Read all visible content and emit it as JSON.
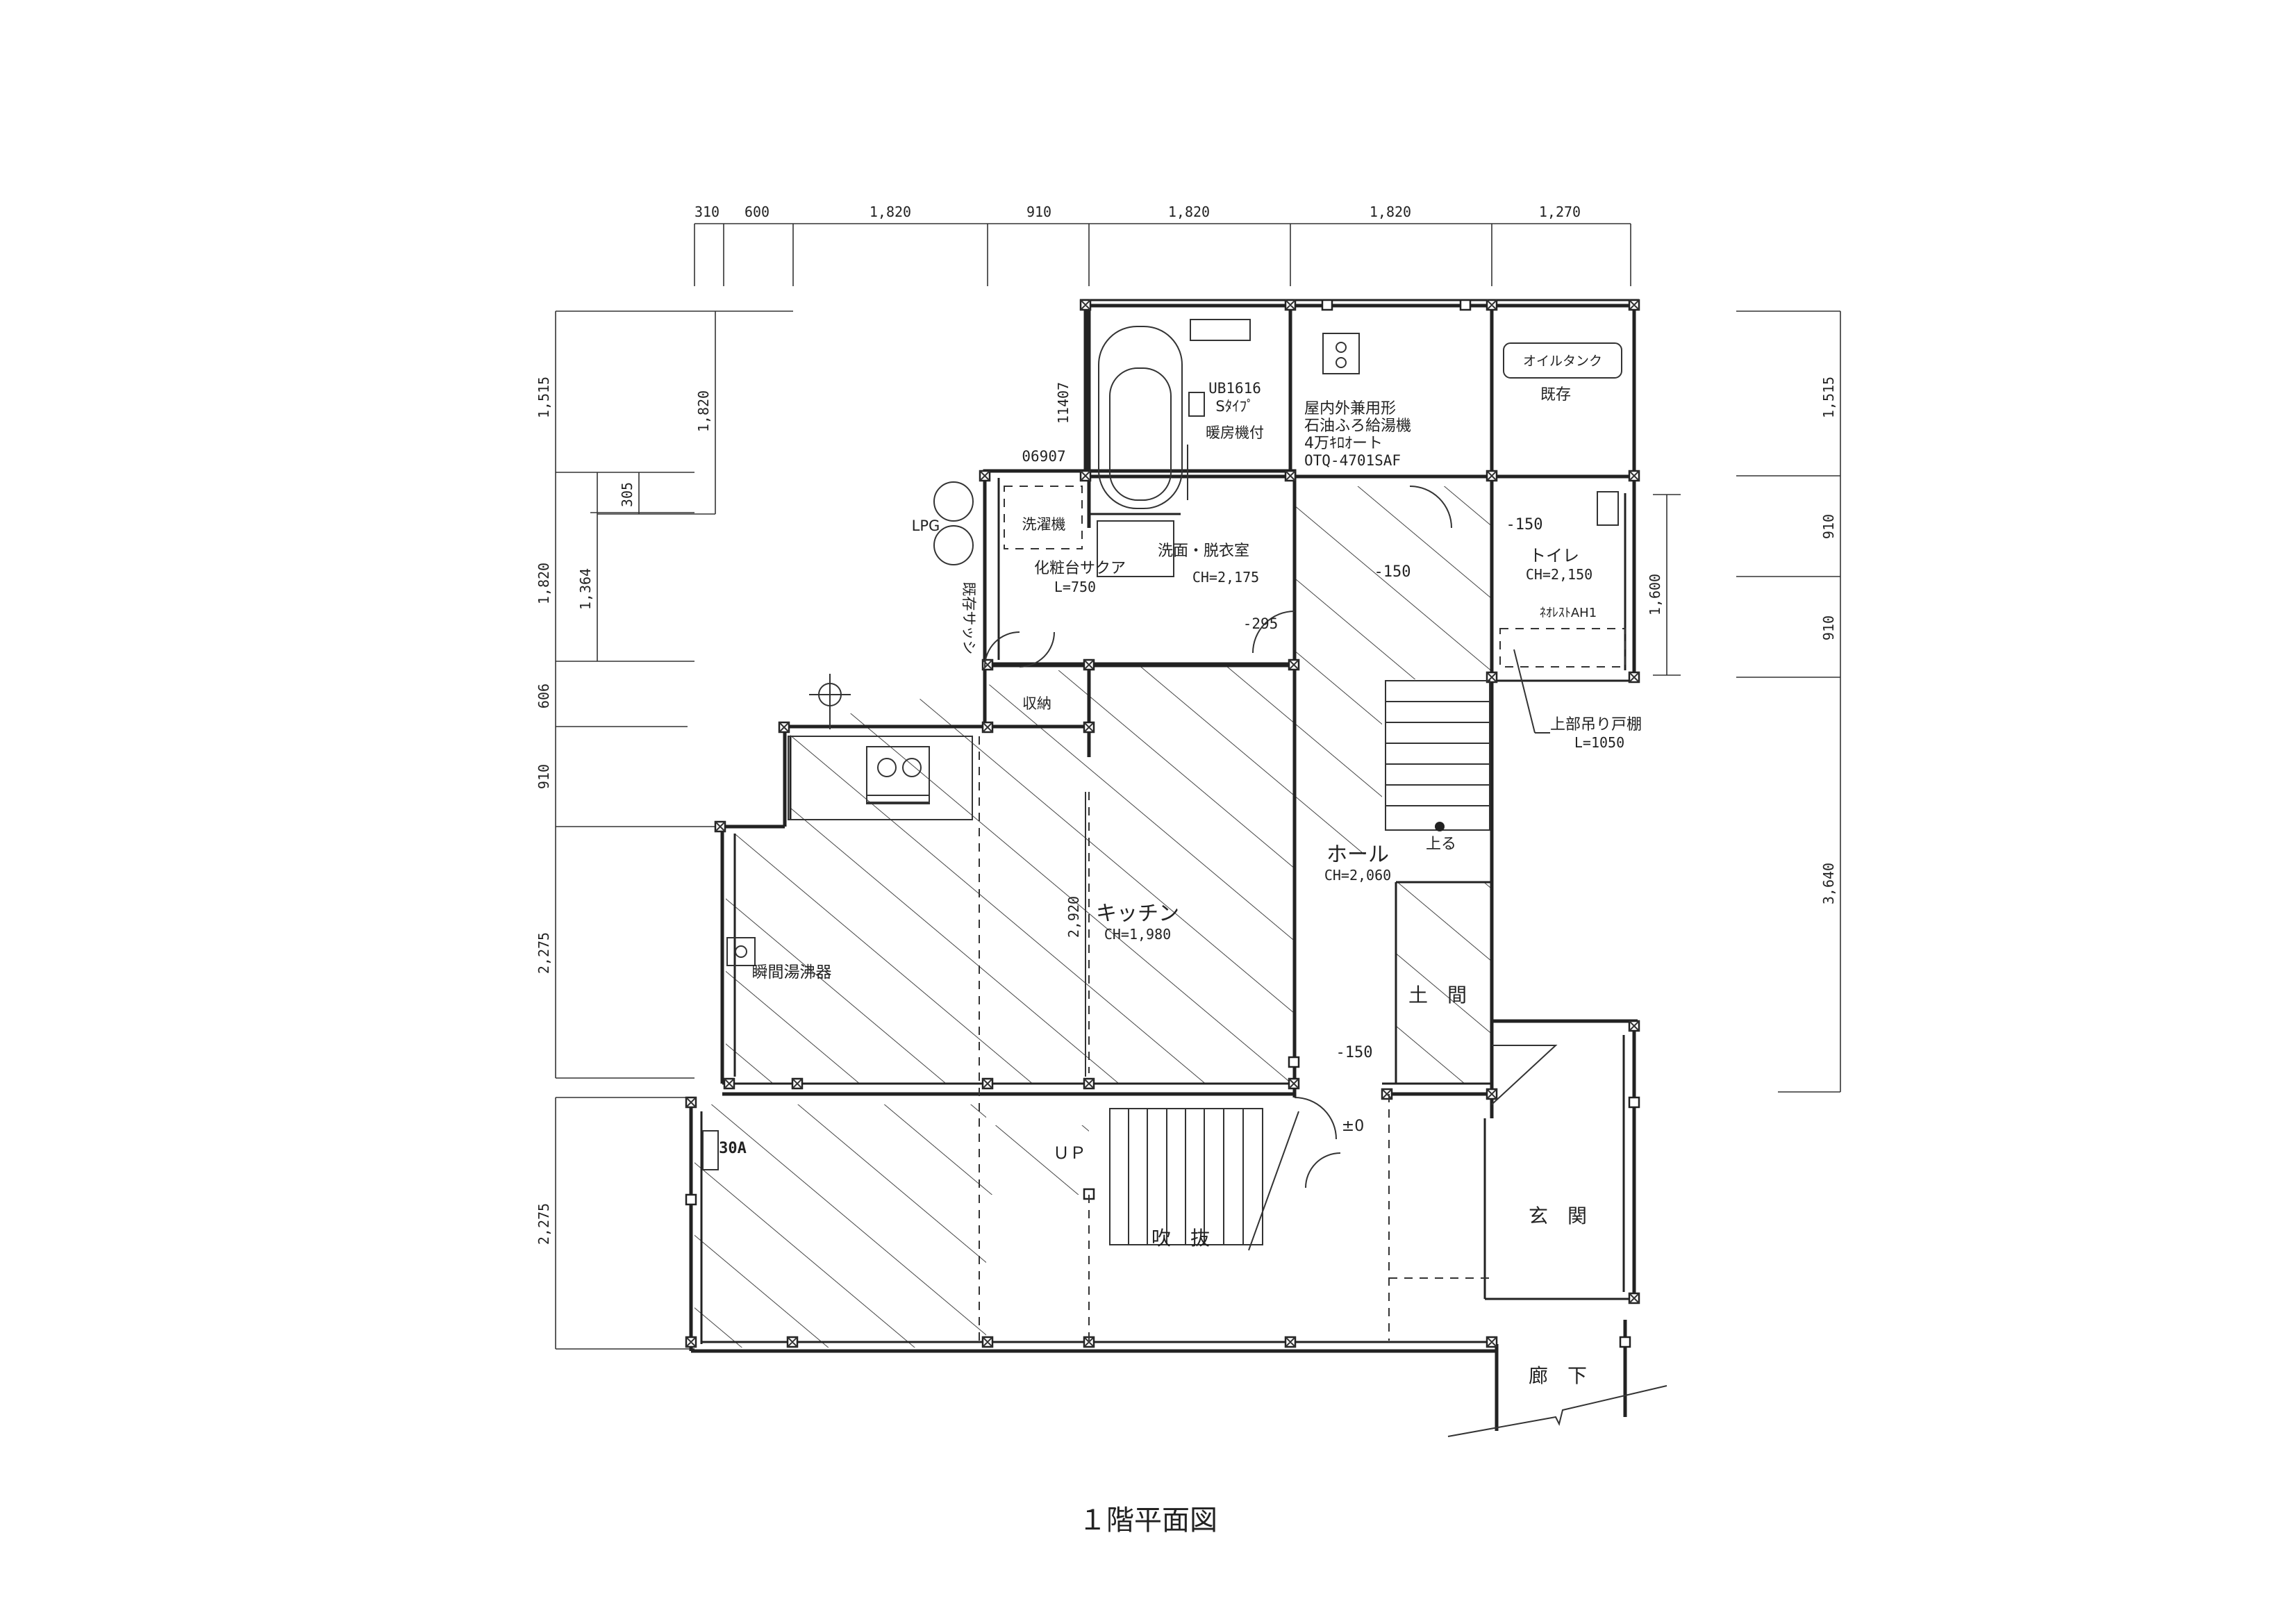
{
  "title": "１階平面図",
  "dimensions": {
    "top": [
      "310",
      "600",
      "1,820",
      "910",
      "1,820",
      "1,820",
      "1,270"
    ],
    "left_outer": [
      "1,515",
      "1,820",
      "606",
      "910",
      "2,275",
      "2,275"
    ],
    "left_inner": [
      "1,820",
      "305",
      "1,364"
    ],
    "right_outer": [
      "1,515",
      "910",
      "910",
      "3,640"
    ],
    "right_inner": "1,600",
    "kitchen_depth": "2,920",
    "wall_note": "11407"
  },
  "rooms": {
    "bath": {
      "model": "UB1616",
      "type": "Sﾀｲﾌﾟ",
      "note": "暖房機付"
    },
    "boiler": {
      "line1": "屋内外兼用形",
      "line2": "石油ふろ給湯機",
      "line3": "4万ｷﾛｵート",
      "line4": "OTQ-4701SAF"
    },
    "oil_tank": {
      "label": "オイルタンク",
      "note": "既存"
    },
    "washer": "洗濯機",
    "vanity": {
      "name": "化粧台サクア",
      "size": "L=750"
    },
    "dressing": {
      "name": "洗面・脱衣室",
      "ch": "CH=2,175"
    },
    "vent_code": "06907",
    "lpg": "LPG",
    "existing_sash": "既存サッシ",
    "storage": "収納",
    "level_bath_hall": "-295",
    "hall_upper_level": "-150",
    "toilet": {
      "level": "-150",
      "name": "トイレ",
      "ch": "CH=2,150",
      "fixture": "ﾈｵﾚｽﾄAH1"
    },
    "shelf": {
      "name": "上部吊り戸棚",
      "size": "L=1050"
    },
    "stairs_up": "上る",
    "hall": {
      "name": "ホール",
      "ch": "CH=2,060"
    },
    "kitchen": {
      "name": "キッチン",
      "ch": "CH=1,980"
    },
    "heater": "瞬間湯沸器",
    "doma": {
      "name": "土　間",
      "level": "-150"
    },
    "zero_level": "±0",
    "up": "ＵＰ",
    "breaker": "30A",
    "void": "吹　抜",
    "entrance": "玄　関",
    "corridor": "廊　下"
  }
}
